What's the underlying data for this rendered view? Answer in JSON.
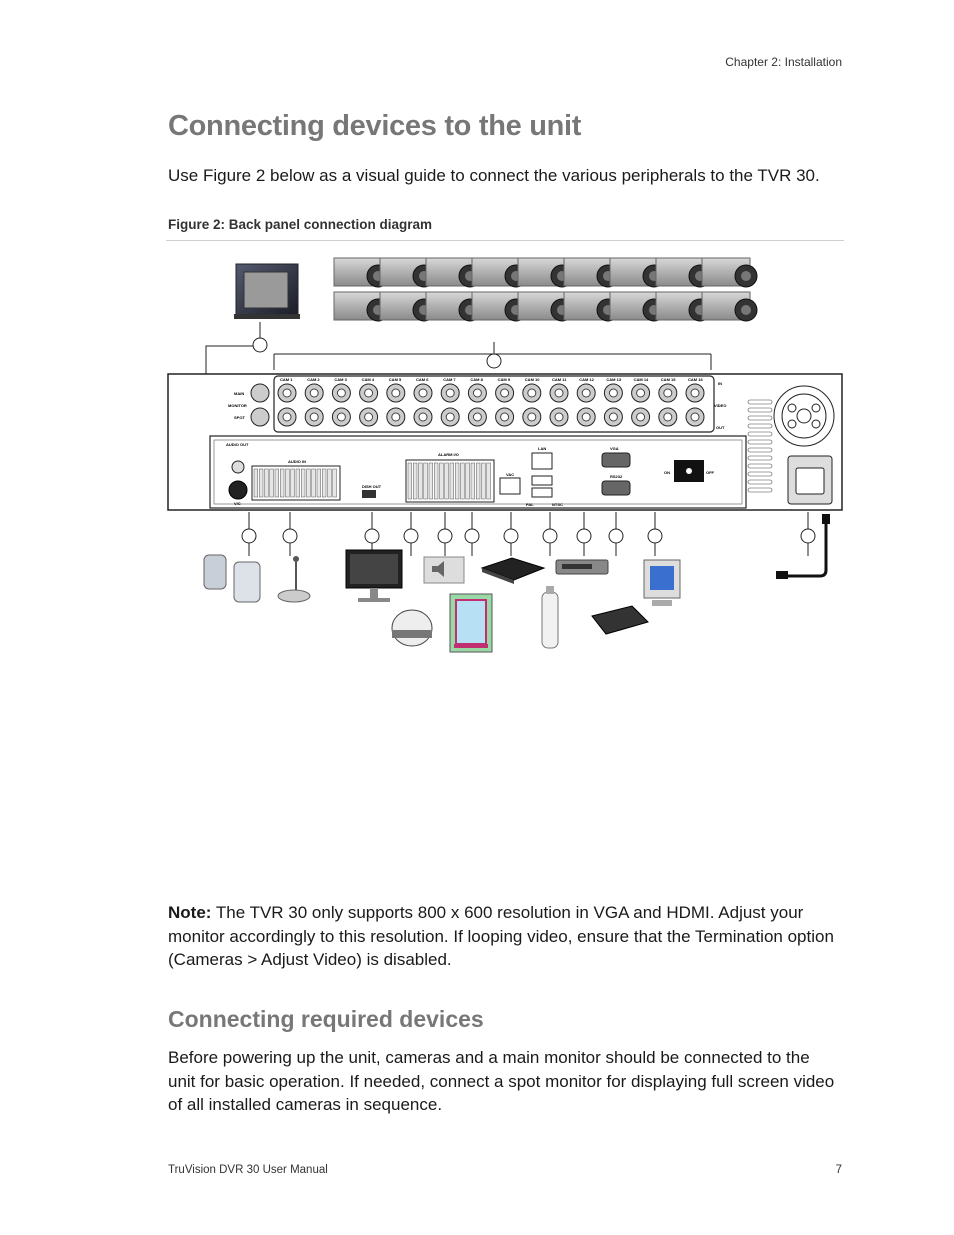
{
  "header": {
    "chapter": "Chapter 2: Installation"
  },
  "heading": "Connecting devices to the unit",
  "intro": "Use Figure 2 below as a visual guide to connect the various peripherals to the TVR 30.",
  "figure": {
    "caption": "Figure 2: Back panel connection diagram",
    "panel_labels": {
      "cams": [
        "CAM 1",
        "CAM 2",
        "CAM 3",
        "CAM 4",
        "CAM 5",
        "CAM 6",
        "CAM 7",
        "CAM 8",
        "CAM 9",
        "CAM 10",
        "CAM 11",
        "CAM 12",
        "CAM 13",
        "CAM 14",
        "CAM 15",
        "CAM 16"
      ],
      "main": "MAIN",
      "monitor": "MONITOR",
      "spot": "SPOT",
      "in": "IN",
      "video": "VIDEO",
      "out": "OUT",
      "audio_out": "AUDIO OUT",
      "audio_in": "AUDIO IN",
      "dish_out": "DISH OUT",
      "alarm": "ALARM I/O",
      "lan": "LAN",
      "vga": "VGA",
      "rs232": "RS232",
      "on": "ON",
      "off": "OFF",
      "pal": "PAL",
      "ntsc": "NTSC",
      "vac": "VAC",
      "vc": "V/C"
    }
  },
  "note": {
    "label": "Note:",
    "text": " The TVR 30 only supports 800 x 600 resolution in VGA and HDMI. Adjust your monitor accordingly to this resolution. If looping video, ensure that the Termination option (Cameras > Adjust Video) is disabled."
  },
  "subheading": "Connecting required devices",
  "paragraph": "Before powering up the unit, cameras and a main monitor should be connected to the unit for basic operation. If needed, connect a spot monitor for displaying full screen video of all installed cameras in sequence.",
  "footer": {
    "manual": "TruVision DVR 30 User Manual",
    "page": "7"
  },
  "colors": {
    "heading": "#777777",
    "panel_stroke": "#222222",
    "bnc": "#bbbbbb"
  }
}
